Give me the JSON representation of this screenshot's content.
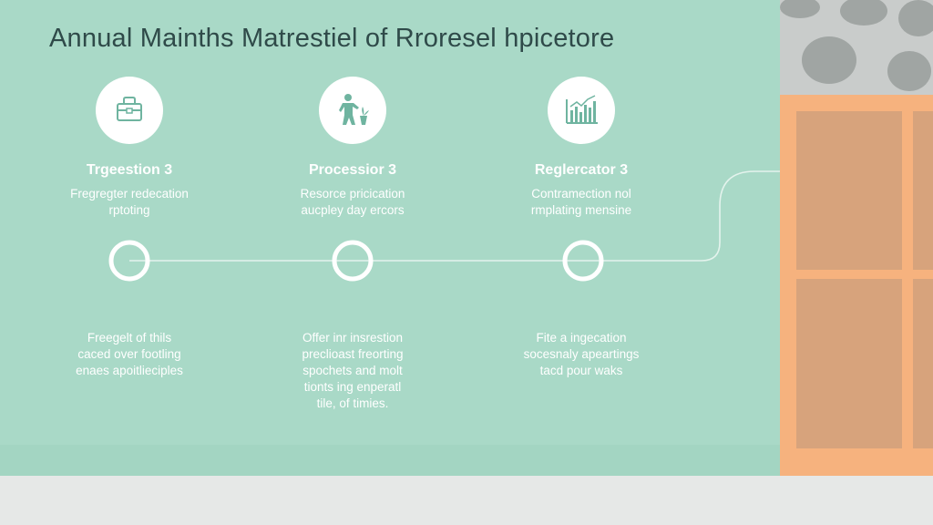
{
  "title": "Annual Mainths Matrestiel of Rroresel hpicetore",
  "steps": [
    {
      "icon": "briefcase-icon",
      "heading": "Trgeestion 3",
      "sub": "Fregregter redecation\nrptoting",
      "note": "Freegelt of thils\ncaced over footling\nenaes apoitlieciples"
    },
    {
      "icon": "person-plant-icon",
      "heading": "Processior 3",
      "sub": "Resorce pricication\naucpley day ercors",
      "note": "Offer inr insrestion\npreclioast freorting\nspochets and molt\ntionts ing enperatl\ntile, of timies."
    },
    {
      "icon": "bar-chart-icon",
      "heading": "Reglercator 3",
      "sub": "Contramection nol\nrmplating mensine",
      "note": "Fite a ingecation\nsocesnaly apeartings\ntacd pour waks"
    }
  ],
  "colors": {
    "panel": "#a9d9c7",
    "accent": "#6fb4a0",
    "title": "#2f4a49",
    "window_frame": "#f6b27e",
    "window_pane": "#d7a37c",
    "stone": "#a0a5a3"
  }
}
